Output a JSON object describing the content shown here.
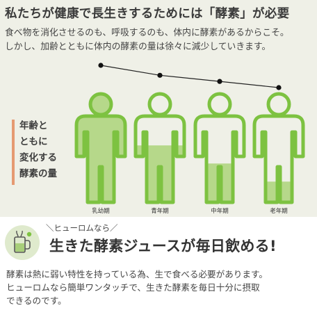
{
  "header": {
    "headline": "私たちが健康で長生きするためには「酵素」が必要"
  },
  "intro": {
    "lines": [
      "食べ物を消化させるのも、呼吸するのも、体内に酵素があるからこそ。",
      "しかし、加齢とともに体内の酵素の量は徐々に減少していきます。"
    ]
  },
  "side_label": {
    "lines": [
      "年齢と",
      "ともに",
      "変化する",
      "酵素の量"
    ]
  },
  "chart_data": {
    "type": "line",
    "categories": [
      "乳幼期",
      "青年期",
      "中年期",
      "老年期"
    ],
    "series": [
      {
        "values": [
          1.0,
          0.66,
          0.45,
          0.24
        ]
      }
    ],
    "title": "",
    "xlabel": "",
    "ylabel": ""
  },
  "colors": {
    "accent_green": "#7dc241",
    "fill_green": "#b6d88a",
    "sidebar_orange": "#e59a72",
    "bg_beige": "#eff0e7"
  },
  "bottom": {
    "sub_badge": "＼ヒューロムなら／",
    "catch": "生きた酵素ジュースが毎日飲める!",
    "icon": "juicer-icon",
    "outro_lines": [
      "酵素は熱に弱い特性を持っている為、生で食べる必要があります。",
      "ヒューロムなら簡単ワンタッチで、生きた酵素を毎日十分に摂取",
      "できるのです。"
    ]
  }
}
